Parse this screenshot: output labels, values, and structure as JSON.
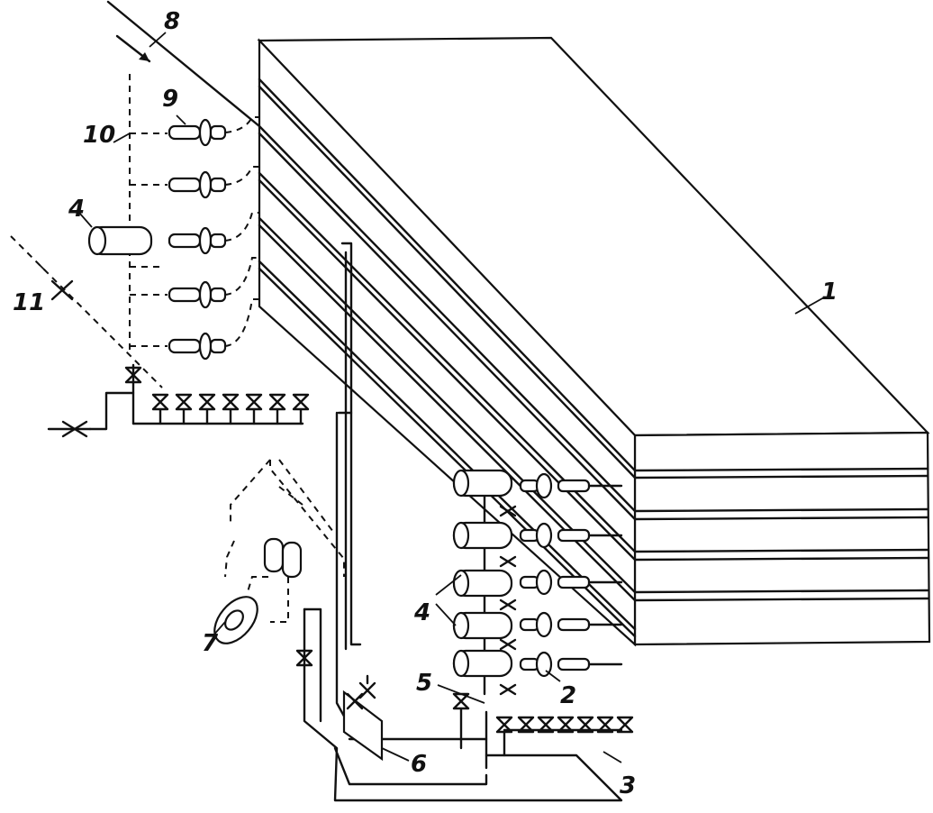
{
  "labels": {
    "l1": "1",
    "l2": "2",
    "l3": "3",
    "l4a": "4",
    "l4b": "4",
    "l5": "5",
    "l6": "6",
    "l7": "7",
    "l8": "8",
    "l9": "9",
    "l10": "10",
    "l11": "11"
  },
  "colors": {
    "ink": "#111111",
    "paper": "#ffffff"
  }
}
